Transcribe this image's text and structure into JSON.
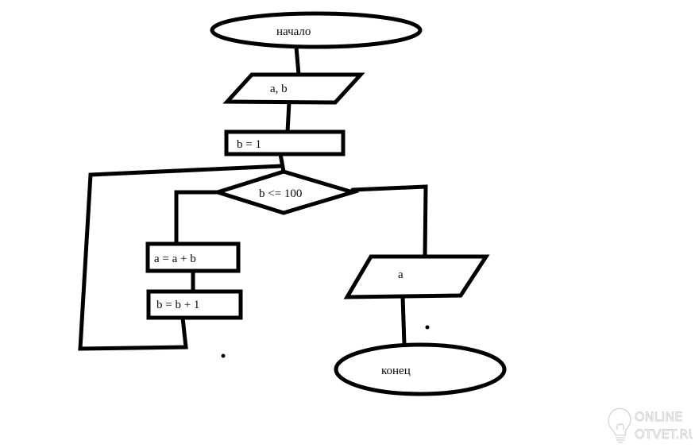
{
  "flowchart": {
    "start": {
      "label": "начало"
    },
    "input": {
      "label": "a, b"
    },
    "init": {
      "label": "b = 1"
    },
    "condition": {
      "label": "b <= 100"
    },
    "step_sum": {
      "label": "a = a + b"
    },
    "step_inc": {
      "label": "b = b + 1"
    },
    "output": {
      "label": "a"
    },
    "end": {
      "label": "конец"
    }
  },
  "watermark": {
    "line1": "ONLINE",
    "line2": "OTVET.RU",
    "icon": "lightbulb-icon",
    "color": "#d4d4d4"
  },
  "colors": {
    "stroke": "#000000",
    "background": "#ffffff"
  }
}
